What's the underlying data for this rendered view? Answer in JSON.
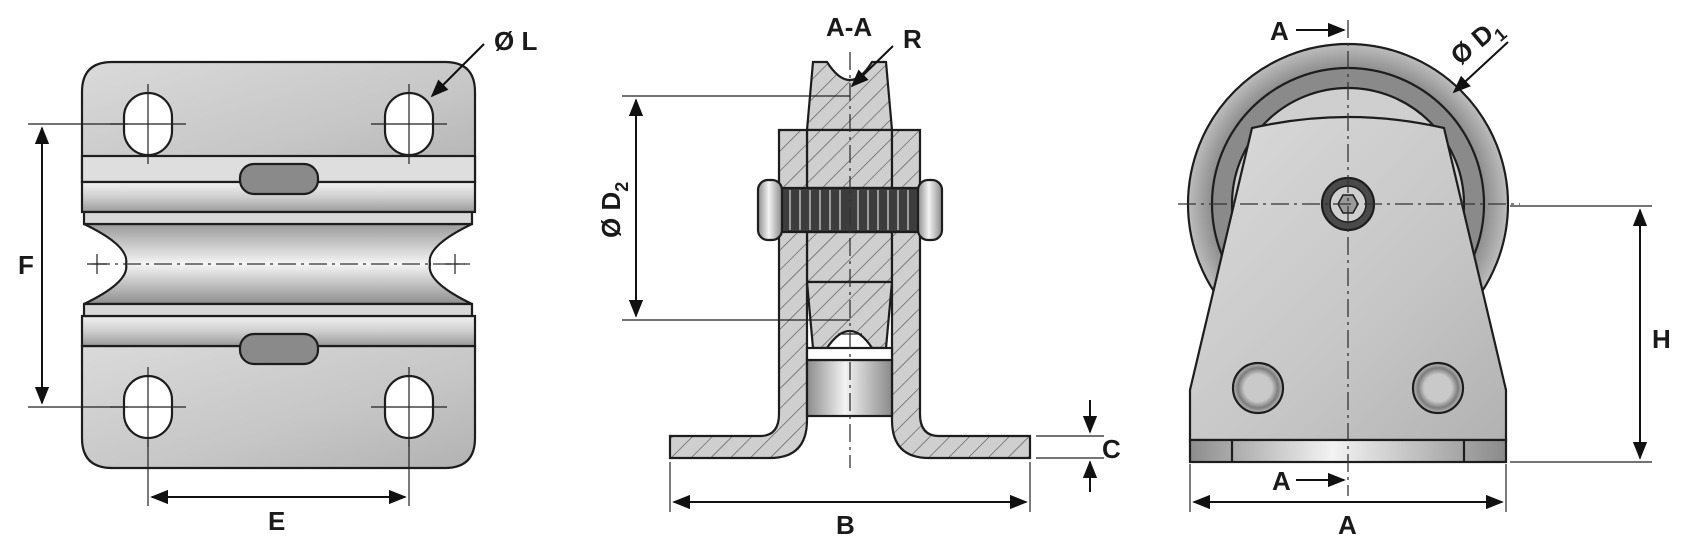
{
  "labels": {
    "top_view": {
      "hole_diameter": "Ø L",
      "height": "F",
      "width": "E"
    },
    "section_view": {
      "section": "A-A",
      "radius": "R",
      "groove_diameter_prefix": "Ø D",
      "groove_diameter_sub": "2",
      "thickness": "C",
      "base_width": "B"
    },
    "front_view": {
      "section_mark_top": "A",
      "section_mark_bottom": "A",
      "wheel_diameter_prefix": "Ø D",
      "wheel_diameter_sub": "1",
      "axle_height": "H",
      "overall_width": "A"
    }
  },
  "colors": {
    "metal_light": "#e4e4e4",
    "metal_mid": "#bdbdbd",
    "metal_dark": "#6e6e6e",
    "line": "#1d1d1d"
  }
}
